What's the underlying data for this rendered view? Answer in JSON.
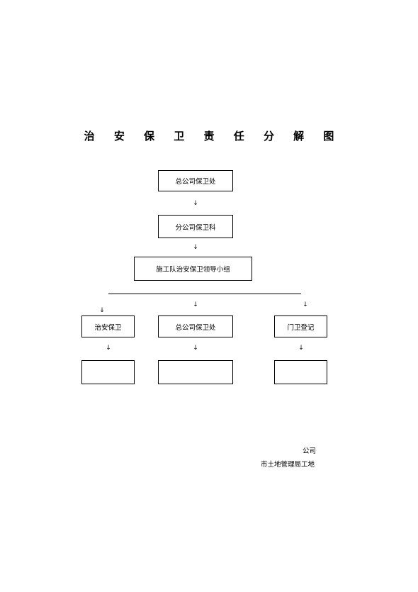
{
  "title": "治 安 保 卫 责 任 分 解 图",
  "nodes": {
    "top": "总公司保卫处",
    "branch": "分公司保卫科",
    "team": "施工队治安保卫领导小组",
    "left": "治安保卫",
    "middle": "总公司保卫处",
    "right": "门卫登记",
    "bottom_left": "",
    "bottom_middle": "",
    "bottom_right": ""
  },
  "arrow_glyph": "↓",
  "signature": {
    "company": "公司",
    "bureau": "市土地管理局工地"
  }
}
